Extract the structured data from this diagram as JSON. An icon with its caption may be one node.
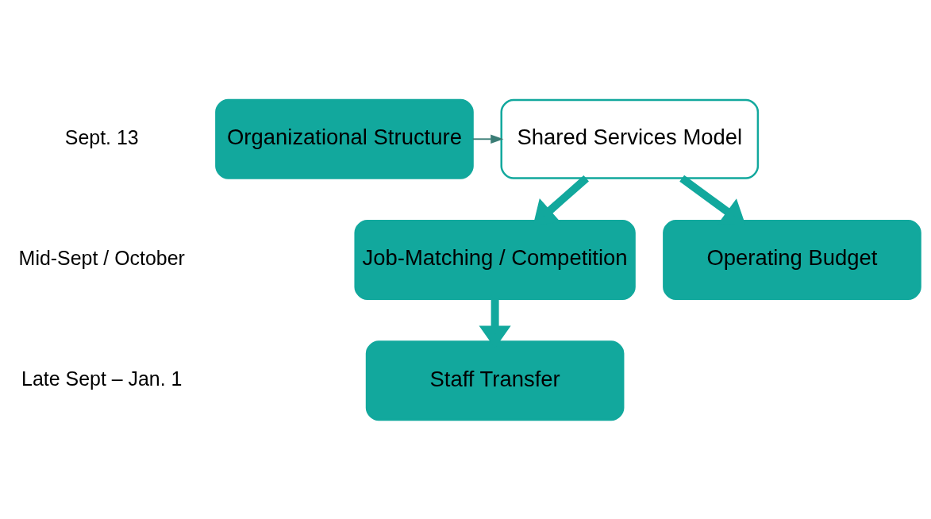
{
  "diagram": {
    "nodes": [
      {
        "text": [
          "Organizational Structure"
        ]
      },
      {
        "text": [
          "Shared Services Model"
        ]
      },
      {
        "text": [
          "Job-Matching / Competition"
        ]
      },
      {
        "text": [
          "Operating Budget"
        ]
      },
      {
        "text": [
          "Staff Transfer"
        ]
      }
    ],
    "edges": [
      {
        "from": 0,
        "to": 1,
        "arrow": "to",
        "color": "#3b7d76"
      },
      {
        "from": 1,
        "to": 2,
        "arrow": "to"
      },
      {
        "from": 1,
        "to": 3,
        "arrow": "to"
      },
      {
        "from": 2,
        "to": 4,
        "arrow": "to"
      }
    ],
    "labels": [
      "Sept. 13",
      "Mid-Sept / October",
      "Late Sept – Jan. 1"
    ]
  }
}
